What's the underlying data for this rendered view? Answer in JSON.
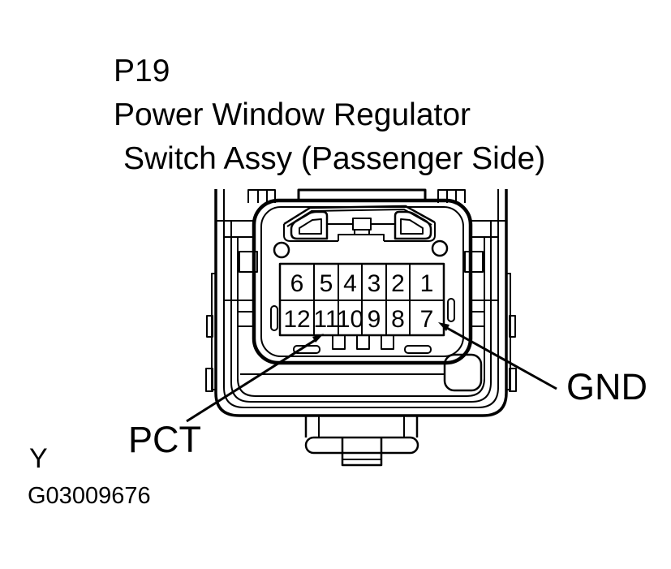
{
  "title": {
    "code": "P19",
    "name_line1": "Power Window Regulator",
    "name_line2": "Switch Assy (Passenger Side)"
  },
  "connector": {
    "pins_top": [
      "6",
      "5",
      "4",
      "3",
      "2",
      "1"
    ],
    "pins_bottom": [
      "12",
      "11",
      "10",
      "9",
      "8",
      "7"
    ]
  },
  "annotations": {
    "pct": "PCT",
    "gnd": "GND"
  },
  "footer": {
    "revision_mark": "Y",
    "figure_id": "G03009676"
  },
  "colors": {
    "line": "#000000",
    "background": "#ffffff",
    "text": "#000000"
  }
}
